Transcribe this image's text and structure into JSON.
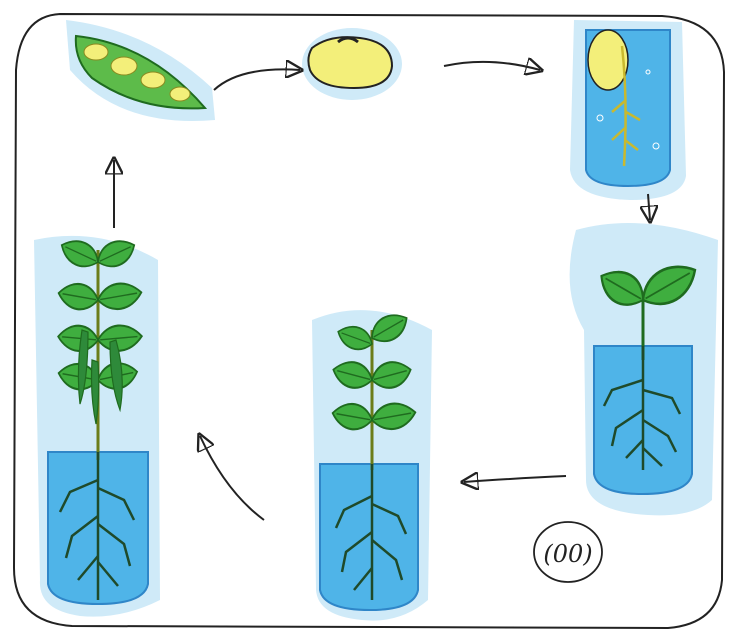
{
  "diagram": {
    "stages": [
      {
        "id": "pod",
        "label": ""
      },
      {
        "id": "seed",
        "label": ""
      },
      {
        "id": "germinating-seed",
        "label": ""
      },
      {
        "id": "seedling",
        "label": ""
      },
      {
        "id": "young-plant",
        "label": ""
      },
      {
        "id": "mature-plant",
        "label": ""
      }
    ],
    "annotation": "(00)"
  },
  "colors": {
    "water": "#4fb4e8",
    "water_edge": "#2f86c8",
    "halo": "#cfeaf8",
    "leaf": "#3fae3f",
    "leaf_dark": "#1f6b1f",
    "seed": "#f3ef7a",
    "root": "#c9b92e",
    "ink": "#222222"
  }
}
